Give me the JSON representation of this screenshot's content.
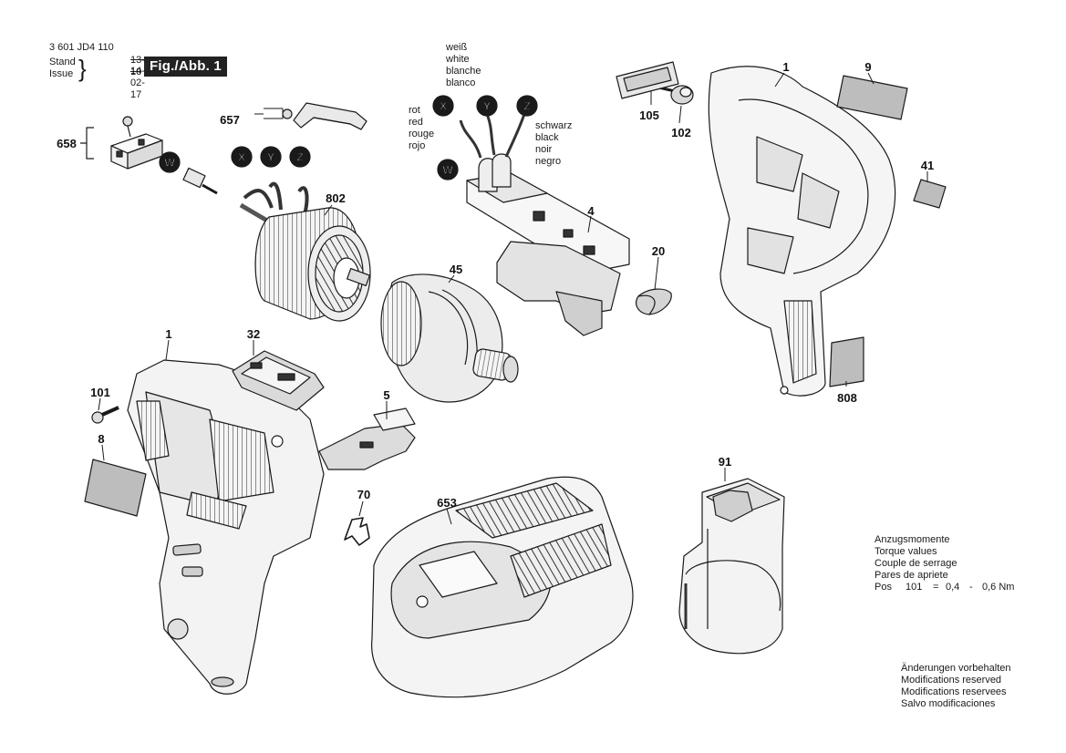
{
  "header": {
    "doc_number": "3 601 JD4 110",
    "stand_label": "Stand",
    "issue_label": "Issue",
    "stand_old": "13-10",
    "stand_new": "14-02-17",
    "figure_badge": "Fig./Abb. 1"
  },
  "wire_labels": {
    "white": [
      "weiß",
      "white",
      "blanche",
      "blanco"
    ],
    "red": [
      "rot",
      "red",
      "rouge",
      "rojo"
    ],
    "black": [
      "schwarz",
      "black",
      "noir",
      "negro"
    ]
  },
  "connector_letters": {
    "w": "W",
    "x": "X",
    "y": "Y",
    "z": "Z"
  },
  "part_numbers": {
    "p1_upper": "1",
    "p9": "9",
    "p41": "41",
    "p105": "105",
    "p102": "102",
    "p4": "4",
    "p20": "20",
    "p45": "45",
    "p802": "802",
    "p657": "657",
    "p658": "658",
    "p808": "808",
    "p1_lower": "1",
    "p32": "32",
    "p101": "101",
    "p8": "8",
    "p5": "5",
    "p70": "70",
    "p653": "653",
    "p91": "91"
  },
  "torque": {
    "lines": [
      "Anzugsmomente",
      "Torque values",
      "Couple de serrage",
      "Pares de apriete"
    ],
    "pos_label": "Pos",
    "pos": "101",
    "eq": "=",
    "min": "0,4",
    "dash": "-",
    "max": "0,6 Nm"
  },
  "modifications": [
    "Änderungen vorbehalten",
    "Modifications reserved",
    "Modifications reservees",
    "Salvo modificaciones"
  ],
  "colors": {
    "ink": "#1a1a1a",
    "part_fill": "#f2f2f2",
    "part_shade": "#bdbdbd",
    "badge_bg": "#222222"
  }
}
